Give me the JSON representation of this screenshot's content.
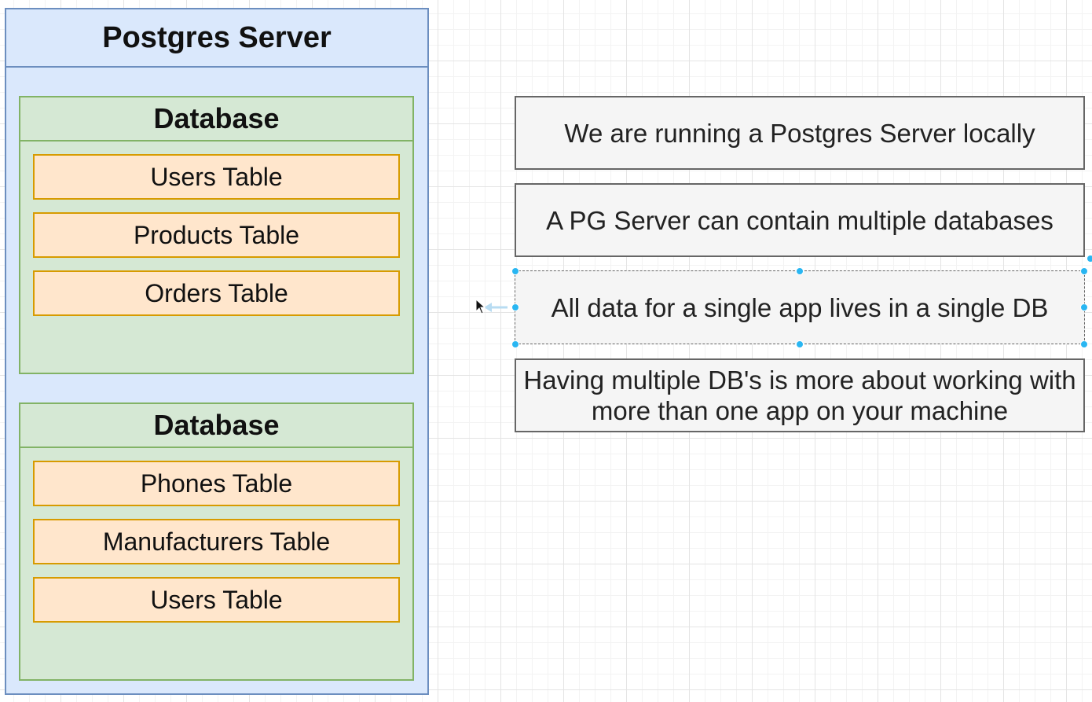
{
  "server": {
    "title": "Postgres Server"
  },
  "databases": [
    {
      "title": "Database",
      "tables": [
        "Users Table",
        "Products Table",
        "Orders Table"
      ]
    },
    {
      "title": "Database",
      "tables": [
        "Phones Table",
        "Manufacturers Table",
        "Users Table"
      ]
    }
  ],
  "notes": [
    "We are running a Postgres Server locally",
    "A PG Server can contain multiple databases",
    "All data for a single app lives in a single DB",
    "Having multiple DB's is more about working with more than one app on your machine"
  ],
  "colors": {
    "server_fill": "#dae8fc",
    "server_stroke": "#6c8ebf",
    "database_fill": "#d5e8d4",
    "database_stroke": "#82b366",
    "table_fill": "#ffe6cc",
    "table_stroke": "#d79b00",
    "note_fill": "#f5f5f5",
    "note_stroke": "#666666",
    "selection_handle": "#29b6f2"
  },
  "icons": {
    "cursor": "mouse-pointer-icon",
    "connector": "connection-arrow-icon"
  }
}
